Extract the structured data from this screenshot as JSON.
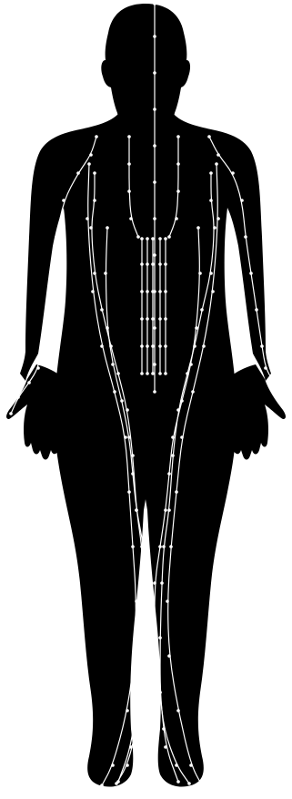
{
  "figure": {
    "subject": "human-body-front-view",
    "silhouette_color": "#000000",
    "line_color": "#ffffff",
    "point_color": "#ffffff",
    "background_color": "#ffffff"
  },
  "meridians": [
    {
      "name": "midline-head-torso"
    },
    {
      "name": "left-shoulder-arm-line"
    },
    {
      "name": "right-shoulder-arm-line"
    },
    {
      "name": "left-inner-chest-line"
    },
    {
      "name": "right-inner-chest-line"
    },
    {
      "name": "left-chest-line-a"
    },
    {
      "name": "right-chest-line-a"
    },
    {
      "name": "abdomen-parallel-lines"
    },
    {
      "name": "left-long-leg-line"
    },
    {
      "name": "right-long-leg-line"
    },
    {
      "name": "left-outer-leg-line"
    },
    {
      "name": "right-outer-leg-line"
    }
  ]
}
